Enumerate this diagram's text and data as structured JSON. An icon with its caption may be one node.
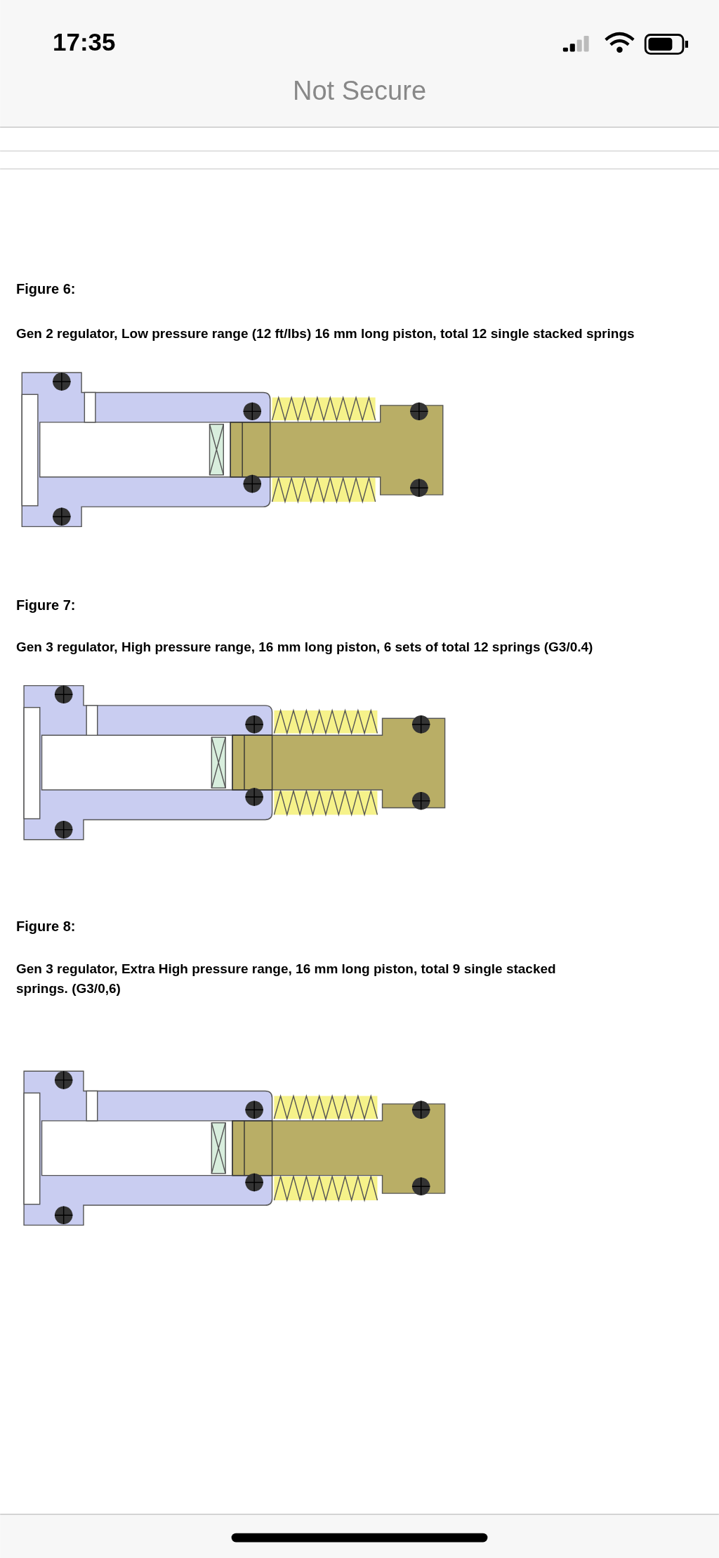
{
  "diagram": {
    "labels": [
      "17:35",
      "Not Secure",
      "Figure 6:",
      "Gen 2 regulator,  Low  pressure range (12 ft/lbs) 16 mm long piston, total 12 single stacked springs",
      "Figure 7:",
      "Gen 3 regulator, High pressure range, 16 mm long piston, 6 sets of total 12 springs (G3/0.4)",
      "Figure 8:",
      "Gen 3 regulator, Extra High pressure range, 16 mm long piston, total 9 single stacked springs. (G3/0,6)"
    ]
  }
}
